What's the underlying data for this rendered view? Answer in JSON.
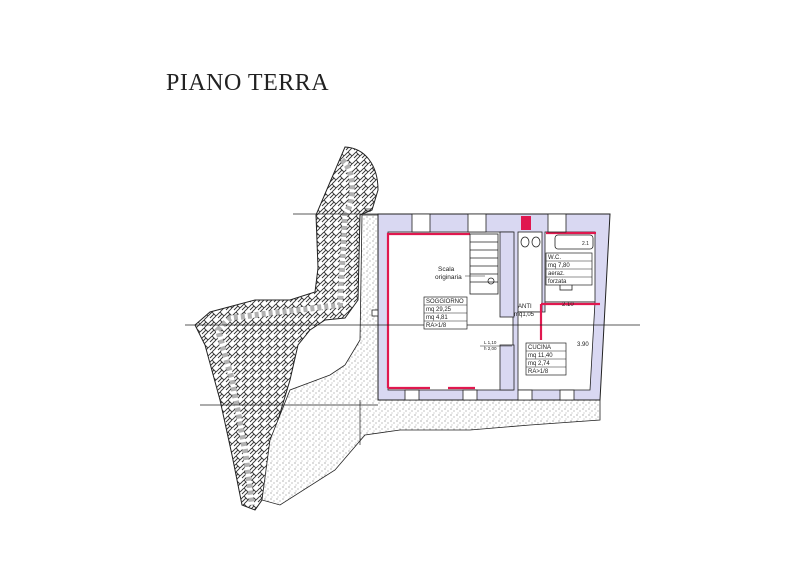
{
  "title": "PIANO TERRA",
  "colors": {
    "wall_fill": "#d9d8f2",
    "highlight_red": "#e0184f",
    "line": "#222222",
    "background": "#ffffff"
  },
  "rooms": [
    {
      "name": "SOGGIORNO",
      "area": "mq  29,25",
      "window": "mq  4,81",
      "ratio": "RA>1/8"
    },
    {
      "name": "ANTI",
      "area": "mq1,05"
    },
    {
      "name": "W.C.",
      "area": "mq  7,80",
      "note1": "aeraz.",
      "note2": "forzata"
    },
    {
      "name": "CUCINA",
      "area": "mq  11,40",
      "window": "mq  2,74",
      "ratio": "RA>1/8"
    }
  ],
  "annotations": {
    "stair": "Scala",
    "stair2": "originaria",
    "door_l": "L  1,10",
    "door_h": "h  2,00",
    "dim_210": "2.10",
    "dim_390": "3.90",
    "dim_bath": "2.1"
  }
}
